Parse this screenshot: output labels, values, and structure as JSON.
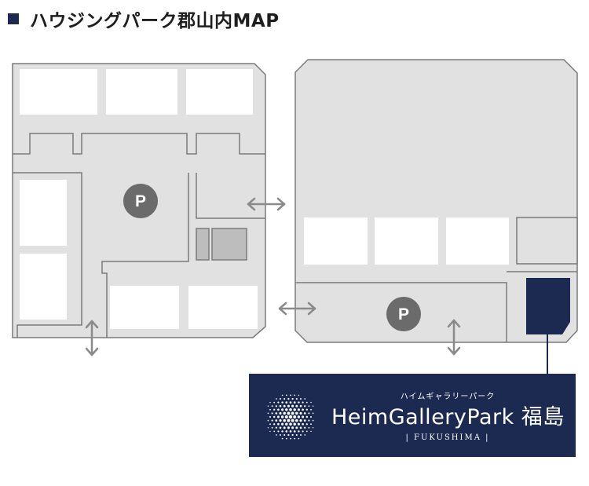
{
  "header": {
    "title": "ハウジングパーク郡山内MAP"
  },
  "map": {
    "parking_label": "P"
  },
  "banner": {
    "ruby": "ハイムギャラリーパーク",
    "name": "HeimGalleryPark 福島",
    "sub": "| FUKUSHIMA |"
  },
  "colors": {
    "navy": "#1c2a52",
    "lot_gray": "#e1e1e1",
    "outline": "#7a7a7a",
    "parking": "#6b6b6b"
  }
}
